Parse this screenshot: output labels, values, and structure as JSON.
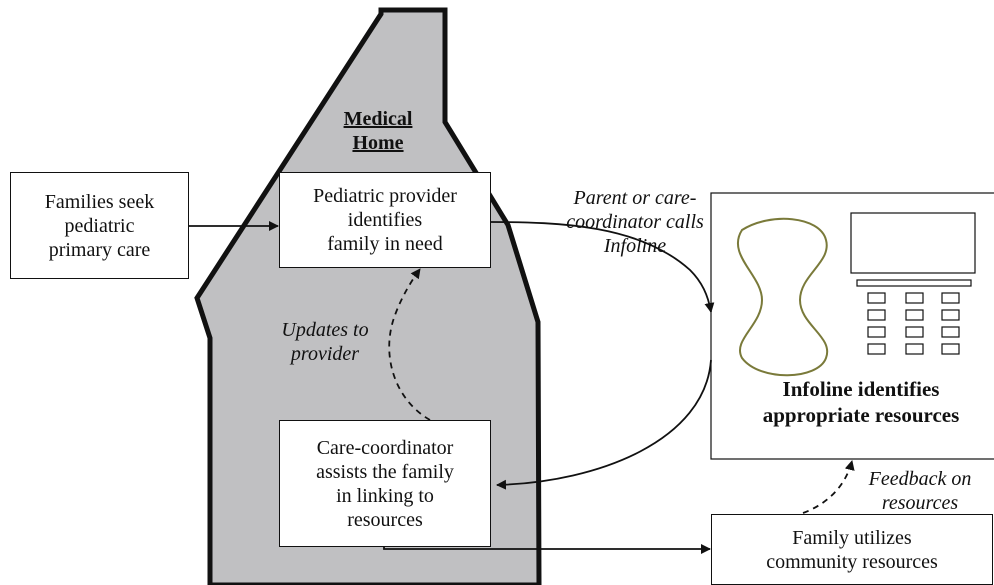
{
  "house": {
    "title_line1": "Medical",
    "title_line2": "Home"
  },
  "families_box": {
    "line1": "Families seek",
    "line2": "pediatric",
    "line3": "primary care"
  },
  "provider_box": {
    "line1": "Pediatric provider",
    "line2": "identifies",
    "line3": "family in need"
  },
  "coordinator_box": {
    "line1": "Care-coordinator",
    "line2": "assists the family",
    "line3": "in linking to",
    "line4": "resources"
  },
  "infoline_box": {
    "line1": "Infoline identifies",
    "line2": "appropriate",
    "line3": "resources"
  },
  "community_box": {
    "line1": "Family utilizes",
    "line2": "community resources"
  },
  "labels": {
    "calls_line1": "Parent or",
    "calls_line2": "care-",
    "calls_line3": "coordinator",
    "calls_line4": "calls Infoline",
    "updates_line1": "Updates to",
    "updates_line2": "provider",
    "feedback_line1": "Feedback on",
    "feedback_line2": "resources"
  },
  "colors": {
    "house_fill": "#c0c0c2",
    "outline": "#111111",
    "phone_handset": "#7a7a3a"
  },
  "icons": {
    "phone": "telephone-icon"
  }
}
